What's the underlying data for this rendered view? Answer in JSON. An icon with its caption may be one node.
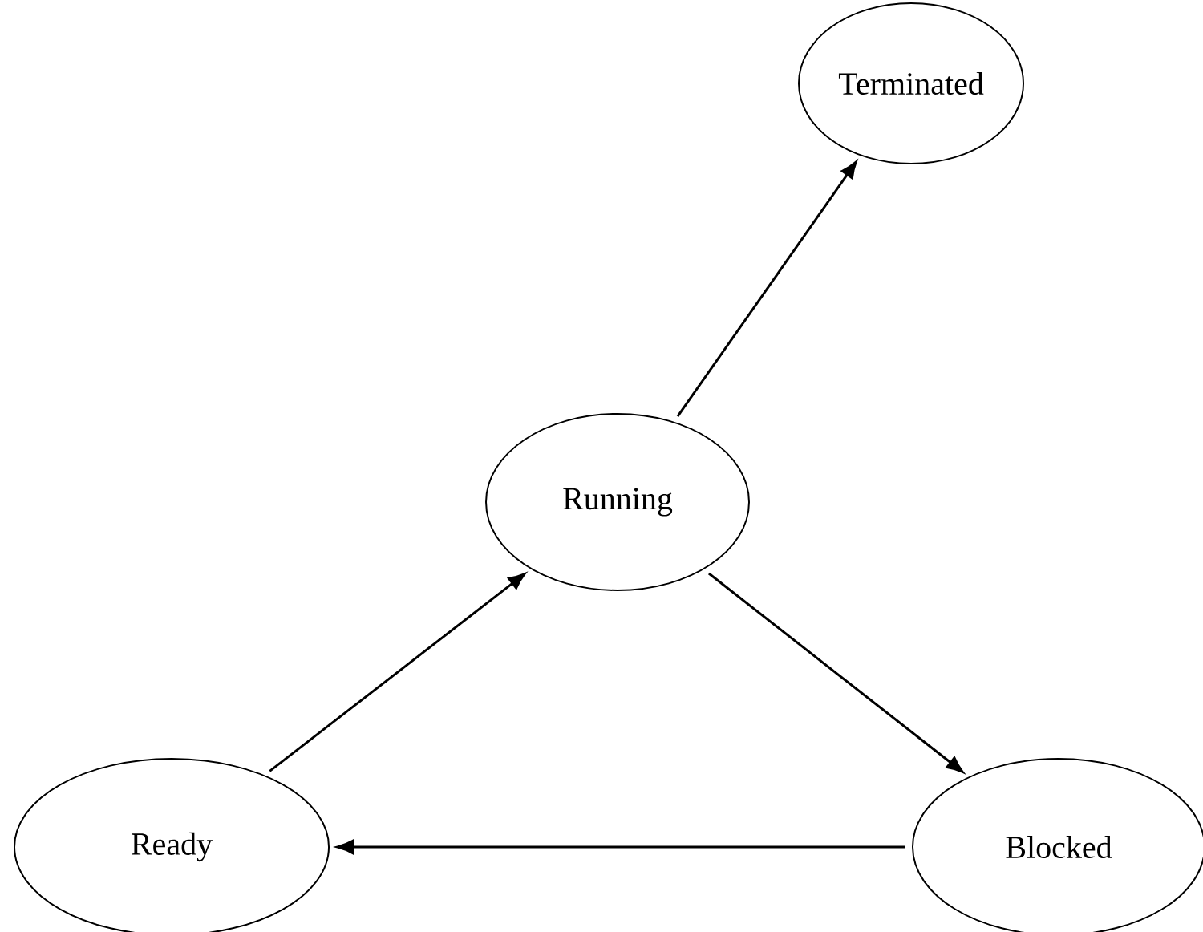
{
  "diagram": {
    "nodes": [
      {
        "text": [
          "Terminated"
        ]
      },
      {
        "text": [
          "Running"
        ]
      },
      {
        "text": [
          "Ready"
        ]
      },
      {
        "text": [
          "Blocked"
        ]
      }
    ],
    "edges": [
      {
        "from": 1,
        "to": 0,
        "arrow": "to"
      },
      {
        "from": 2,
        "to": 1,
        "arrow": "to"
      },
      {
        "from": 1,
        "to": 3,
        "arrow": "to"
      },
      {
        "from": 3,
        "to": 2,
        "arrow": "to"
      }
    ]
  }
}
